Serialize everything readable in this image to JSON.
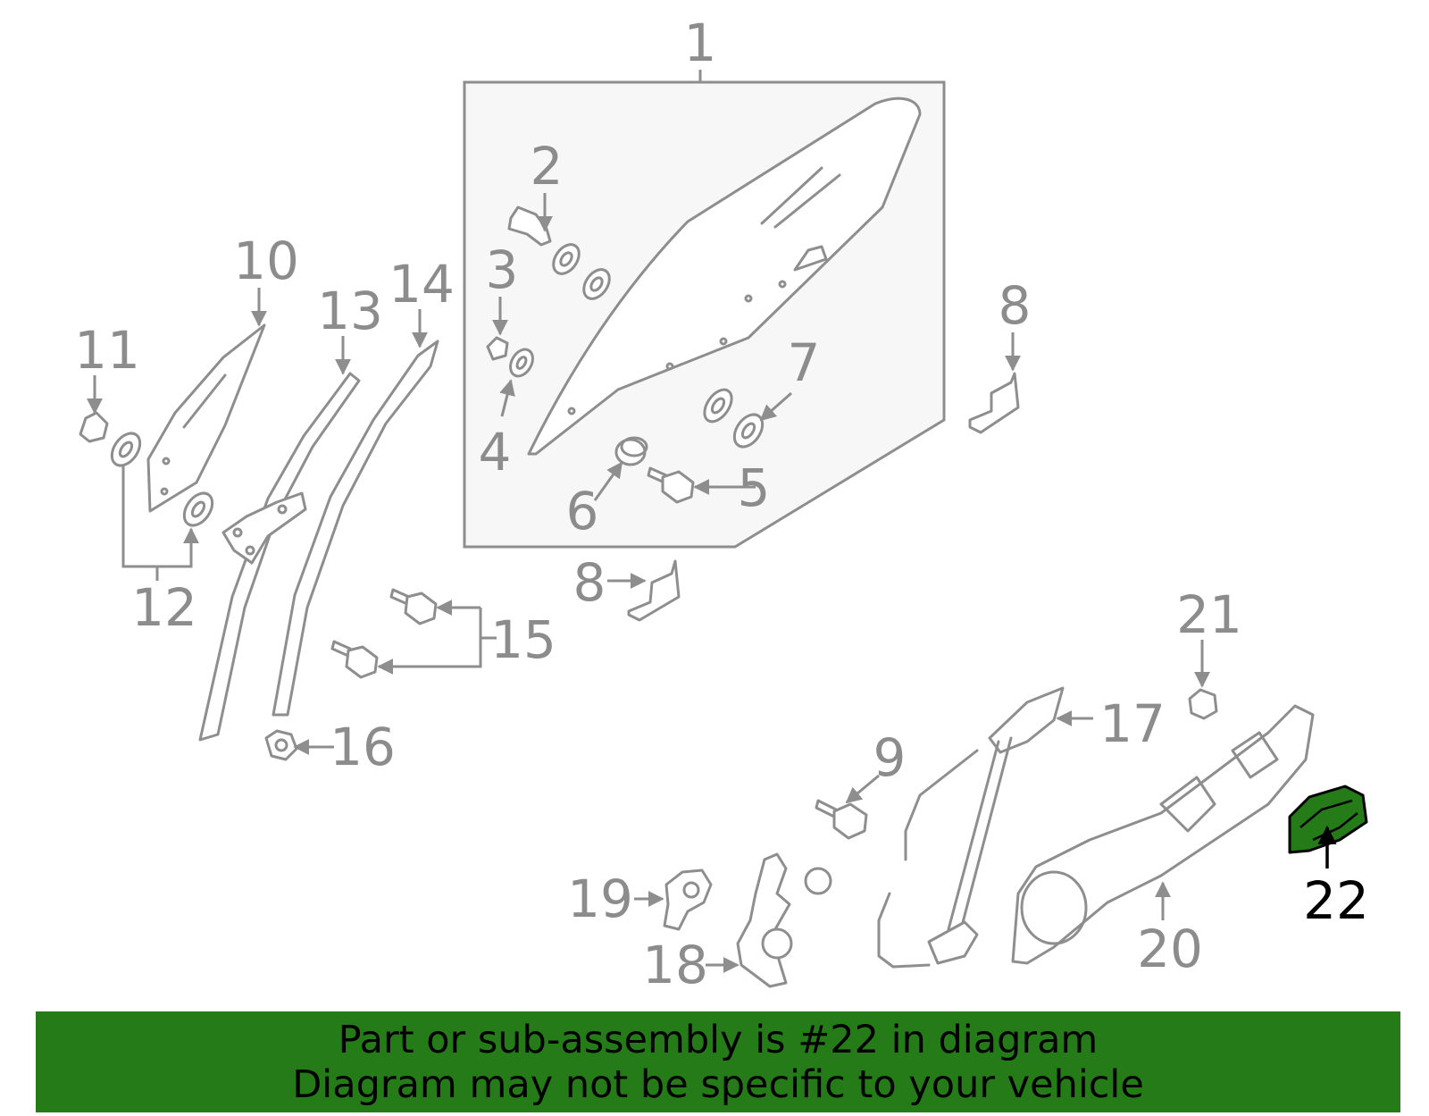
{
  "diagram": {
    "callouts": [
      {
        "id": "1",
        "label": "1"
      },
      {
        "id": "2",
        "label": "2"
      },
      {
        "id": "3",
        "label": "3"
      },
      {
        "id": "4",
        "label": "4"
      },
      {
        "id": "5",
        "label": "5"
      },
      {
        "id": "6",
        "label": "6"
      },
      {
        "id": "7",
        "label": "7"
      },
      {
        "id": "8a",
        "label": "8"
      },
      {
        "id": "8b",
        "label": "8"
      },
      {
        "id": "9",
        "label": "9"
      },
      {
        "id": "10",
        "label": "10"
      },
      {
        "id": "11",
        "label": "11"
      },
      {
        "id": "12",
        "label": "12"
      },
      {
        "id": "13",
        "label": "13"
      },
      {
        "id": "14",
        "label": "14"
      },
      {
        "id": "15",
        "label": "15"
      },
      {
        "id": "16",
        "label": "16"
      },
      {
        "id": "17",
        "label": "17"
      },
      {
        "id": "18",
        "label": "18"
      },
      {
        "id": "19",
        "label": "19"
      },
      {
        "id": "20",
        "label": "20"
      },
      {
        "id": "21",
        "label": "21"
      },
      {
        "id": "22",
        "label": "22"
      }
    ],
    "highlighted_part": "22",
    "highlight_color": "#247b17",
    "line_color": "#8e8e8e"
  },
  "banner": {
    "line1": "Part or sub-assembly is #22 in diagram",
    "line2": "Diagram may not be specific to your vehicle",
    "background": "#247b17"
  }
}
